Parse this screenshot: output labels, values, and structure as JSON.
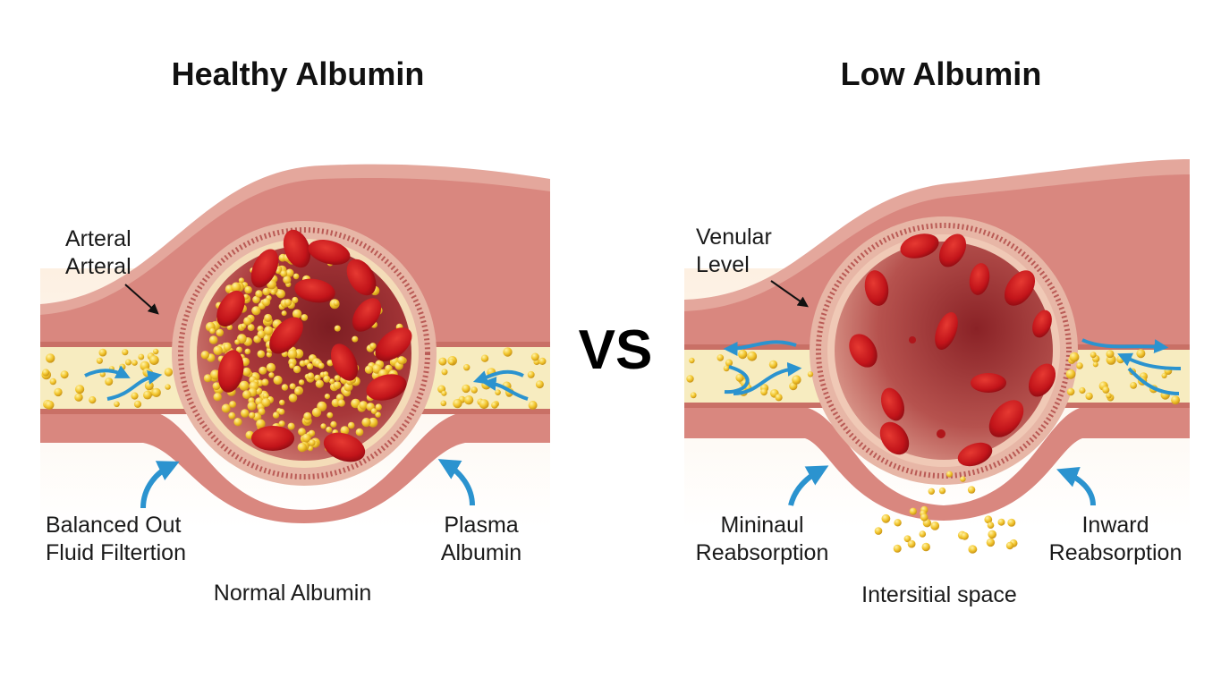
{
  "panels": {
    "left": {
      "title": "Healthy Albumin",
      "label_top_1": "Arteral",
      "label_top_2": "Arteral",
      "label_bl_1": "Balanced Out",
      "label_bl_2": "Fluid Filtertion",
      "label_br_1": "Plasma",
      "label_br_2": "Albumin",
      "caption": "Normal Albumin"
    },
    "right": {
      "title": "Low Albumin",
      "label_top_1": "Venular",
      "label_top_2": "Level",
      "label_bl_1": "Mininaul",
      "label_bl_2": "Reabsorption",
      "label_br_1": "Inward",
      "label_br_2": "Reabsorption",
      "caption": "Intersitial space"
    }
  },
  "vs_label": "VS",
  "colors": {
    "vessel_wall": "#d9877f",
    "lumen": "#9a2a2c",
    "red_cell": "#c8151b",
    "albumin": "#f3c530",
    "interstitial_fluid": "#f7ecc0",
    "arrow": "#2b93cf"
  }
}
